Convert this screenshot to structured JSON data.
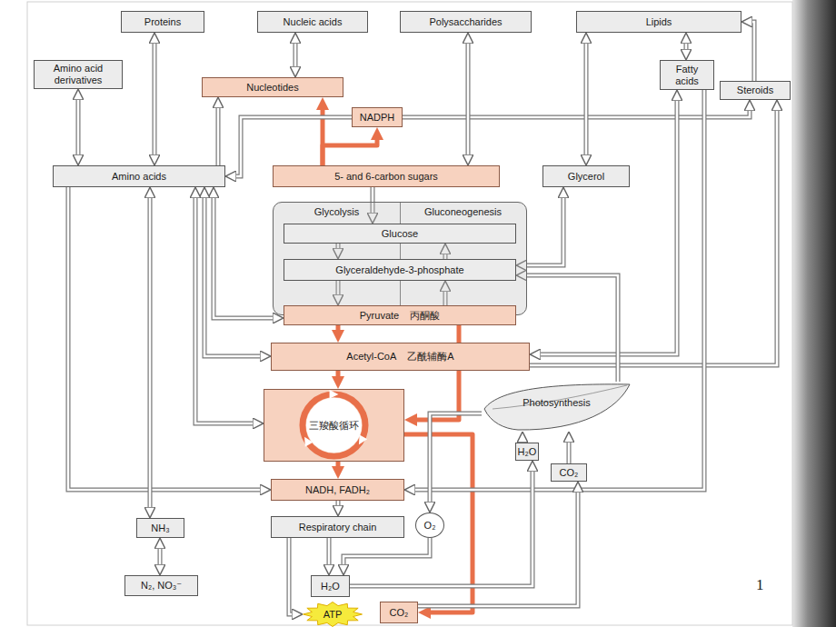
{
  "diagram": {
    "nodes": [
      {
        "text": [
          "Proteins"
        ]
      },
      {
        "text": [
          "Nucleic acids"
        ]
      },
      {
        "text": [
          "Polysaccharides"
        ]
      },
      {
        "text": [
          "Lipids"
        ]
      },
      {
        "text": [
          "Amino acid derivatives"
        ]
      },
      {
        "text": [
          "Fatty acids"
        ]
      },
      {
        "text": [
          "Nucleotides"
        ]
      },
      {
        "text": [
          "Steroids"
        ]
      },
      {
        "text": [
          "NADPH"
        ]
      },
      {
        "text": [
          "Amino acids"
        ]
      },
      {
        "text": [
          "5- and 6-carbon sugars"
        ]
      },
      {
        "text": [
          "Glycerol"
        ]
      },
      {
        "text": [
          "Glycolysis",
          "Gluconeogenesis"
        ]
      },
      {
        "text": [
          "Glucose"
        ],
        "in": 12
      },
      {
        "text": [
          "Glyceraldehyde-3-phosphate"
        ],
        "in": 12
      },
      {
        "text": [
          "Pyruvate",
          "丙酮酸"
        ]
      },
      {
        "text": [
          "Acetyl-CoA",
          "乙酰辅酶A"
        ]
      },
      {
        "text": [
          "三羧酸循环"
        ]
      },
      {
        "text": [
          "Photosynthesis"
        ]
      },
      {
        "text": [
          "H₂O"
        ]
      },
      {
        "text": [
          "CO₂"
        ]
      },
      {
        "text": [
          "NADH, FADH₂"
        ]
      },
      {
        "text": [
          "NH₃"
        ]
      },
      {
        "text": [
          "Respiratory chain"
        ]
      },
      {
        "text": [
          "O₂"
        ]
      },
      {
        "text": [
          "N₂, NO₃⁻"
        ]
      },
      {
        "text": [
          "H₂O"
        ]
      },
      {
        "text": [
          "ATP"
        ]
      },
      {
        "text": [
          "CO₂"
        ]
      }
    ],
    "edges": [
      {
        "from": 0,
        "to": 9,
        "arrow": "both"
      },
      {
        "from": 1,
        "to": 6,
        "arrow": "both"
      },
      {
        "from": 10,
        "to": 6,
        "arrow": "to"
      },
      {
        "from": 10,
        "to": 8,
        "arrow": "to"
      },
      {
        "from": 8,
        "to": 7,
        "arrow": "to"
      },
      {
        "from": 8,
        "to": 9,
        "arrow": "to"
      },
      {
        "from": 2,
        "to": 10,
        "arrow": "both"
      },
      {
        "from": 3,
        "to": 5,
        "arrow": "both"
      },
      {
        "from": 3,
        "to": 11,
        "arrow": "both"
      },
      {
        "from": 7,
        "to": 3,
        "arrow": "to"
      },
      {
        "from": 4,
        "to": 9,
        "arrow": "both"
      },
      {
        "from": 10,
        "to": 13,
        "arrow": "to"
      },
      {
        "from": 13,
        "to": 14,
        "arrow": "to"
      },
      {
        "from": 14,
        "to": 13,
        "arrow": "to"
      },
      {
        "from": 14,
        "to": 15,
        "arrow": "to"
      },
      {
        "from": 15,
        "to": 14,
        "arrow": "to"
      },
      {
        "from": 15,
        "to": 16,
        "arrow": "to"
      },
      {
        "from": 16,
        "to": 17,
        "arrow": "to"
      },
      {
        "from": 15,
        "to": 17,
        "arrow": "to"
      },
      {
        "from": 17,
        "to": 21,
        "arrow": "to"
      },
      {
        "from": 17,
        "to": 28,
        "arrow": "to"
      },
      {
        "from": 21,
        "to": 23,
        "arrow": "to"
      },
      {
        "from": 23,
        "to": 26,
        "arrow": "to"
      },
      {
        "from": 24,
        "to": 26,
        "arrow": "to"
      },
      {
        "from": 23,
        "to": 27,
        "arrow": "to"
      },
      {
        "from": 9,
        "to": 15,
        "arrow": "both"
      },
      {
        "from": 9,
        "to": 16,
        "arrow": "both"
      },
      {
        "from": 9,
        "to": 17,
        "arrow": "both"
      },
      {
        "from": 9,
        "to": 21,
        "arrow": "to"
      },
      {
        "from": 9,
        "to": 22,
        "arrow": "both"
      },
      {
        "from": 22,
        "to": 25,
        "arrow": "both"
      },
      {
        "from": 11,
        "to": 14,
        "arrow": "both"
      },
      {
        "from": 5,
        "to": 16,
        "arrow": "both"
      },
      {
        "from": 16,
        "to": 7,
        "arrow": "to"
      },
      {
        "from": 5,
        "to": 21,
        "arrow": "to"
      },
      {
        "from": 18,
        "to": 14,
        "arrow": "to"
      },
      {
        "from": 18,
        "to": 24,
        "arrow": "to"
      },
      {
        "from": 19,
        "to": 18,
        "arrow": "to"
      },
      {
        "from": 20,
        "to": 18,
        "arrow": "to"
      },
      {
        "from": 28,
        "to": 20,
        "arrow": "to"
      },
      {
        "from": 26,
        "to": 19,
        "arrow": "to"
      },
      {
        "from": 9,
        "to": 6,
        "arrow": "to"
      }
    ],
    "labels": [
      "1"
    ]
  }
}
